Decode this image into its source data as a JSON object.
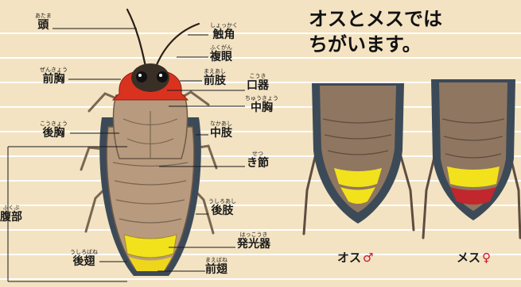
{
  "diagram_labels": [
    {
      "id": "head",
      "ruby": "あたま",
      "text": "頭"
    },
    {
      "id": "prothorax",
      "ruby": "ぜんきょう",
      "text": "前胸"
    },
    {
      "id": "metathorax",
      "ruby": "こうきょう",
      "text": "後胸"
    },
    {
      "id": "abdomen",
      "ruby": "ふくぶ",
      "text": "腹部"
    },
    {
      "id": "hindwing",
      "ruby": "うしろばね",
      "text": "後翅"
    },
    {
      "id": "antenna",
      "ruby": "しょっかく",
      "text": "触角"
    },
    {
      "id": "compound-eye",
      "ruby": "ふくがん",
      "text": "複眼"
    },
    {
      "id": "foreleg",
      "ruby": "まえあし",
      "text": "前肢"
    },
    {
      "id": "mouthparts",
      "ruby": "こうき",
      "text": "口器"
    },
    {
      "id": "mesothorax",
      "ruby": "ちゅうきょう",
      "text": "中胸"
    },
    {
      "id": "midleg",
      "ruby": "なかあし",
      "text": "中肢"
    },
    {
      "id": "segment",
      "ruby": "せつ",
      "text": "き節"
    },
    {
      "id": "hindleg",
      "ruby": "うしろあし",
      "text": "後肢"
    },
    {
      "id": "light-organ",
      "ruby": "はっこうき",
      "text": "発光器"
    },
    {
      "id": "forewing",
      "ruby": "まえばね",
      "text": "前翅"
    }
  ],
  "comparison": {
    "title_line1": "オスとメスでは",
    "title_line2": "ちがいます。",
    "male_label": "オス",
    "male_symbol": "♂",
    "female_label": "メス",
    "female_symbol": "♀"
  },
  "colors": {
    "background": "#f3e3c2",
    "rule_lines": "#ffffff",
    "prothorax_red": "#d9331f",
    "light_organ_yellow": "#f2e21c",
    "female_red_band": "#c1272d",
    "body_brown": "#a68668"
  }
}
